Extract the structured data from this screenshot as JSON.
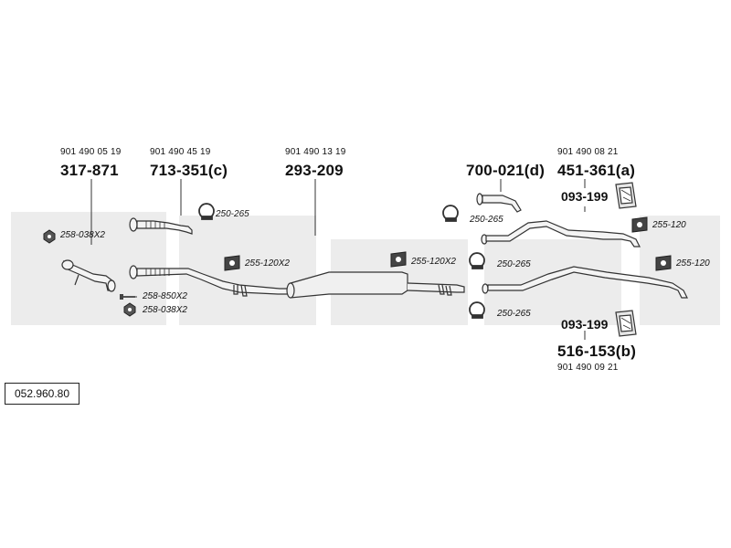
{
  "diagram": {
    "reference_code": "052.960.80",
    "parts": [
      {
        "oe": "901 490 05 19",
        "part_no": "317-871"
      },
      {
        "oe": "901 490 45 19",
        "part_no": "713-351(c)"
      },
      {
        "oe": "901 490 13 19",
        "part_no": "293-209"
      },
      {
        "part_no": "700-021(d)"
      },
      {
        "oe": "901 490 08 21",
        "part_no": "451-361(a)"
      },
      {
        "oe": "901 490 09 21",
        "part_no": "516-153(b)"
      }
    ],
    "brackets": [
      "093-199",
      "093-199"
    ],
    "accessories": [
      "258-038X2",
      "250-265",
      "255-120X2",
      "255-120X2",
      "250-265",
      "250-265",
      "255-120",
      "255-120",
      "250-265",
      "258-850X2",
      "258-038X2"
    ]
  }
}
